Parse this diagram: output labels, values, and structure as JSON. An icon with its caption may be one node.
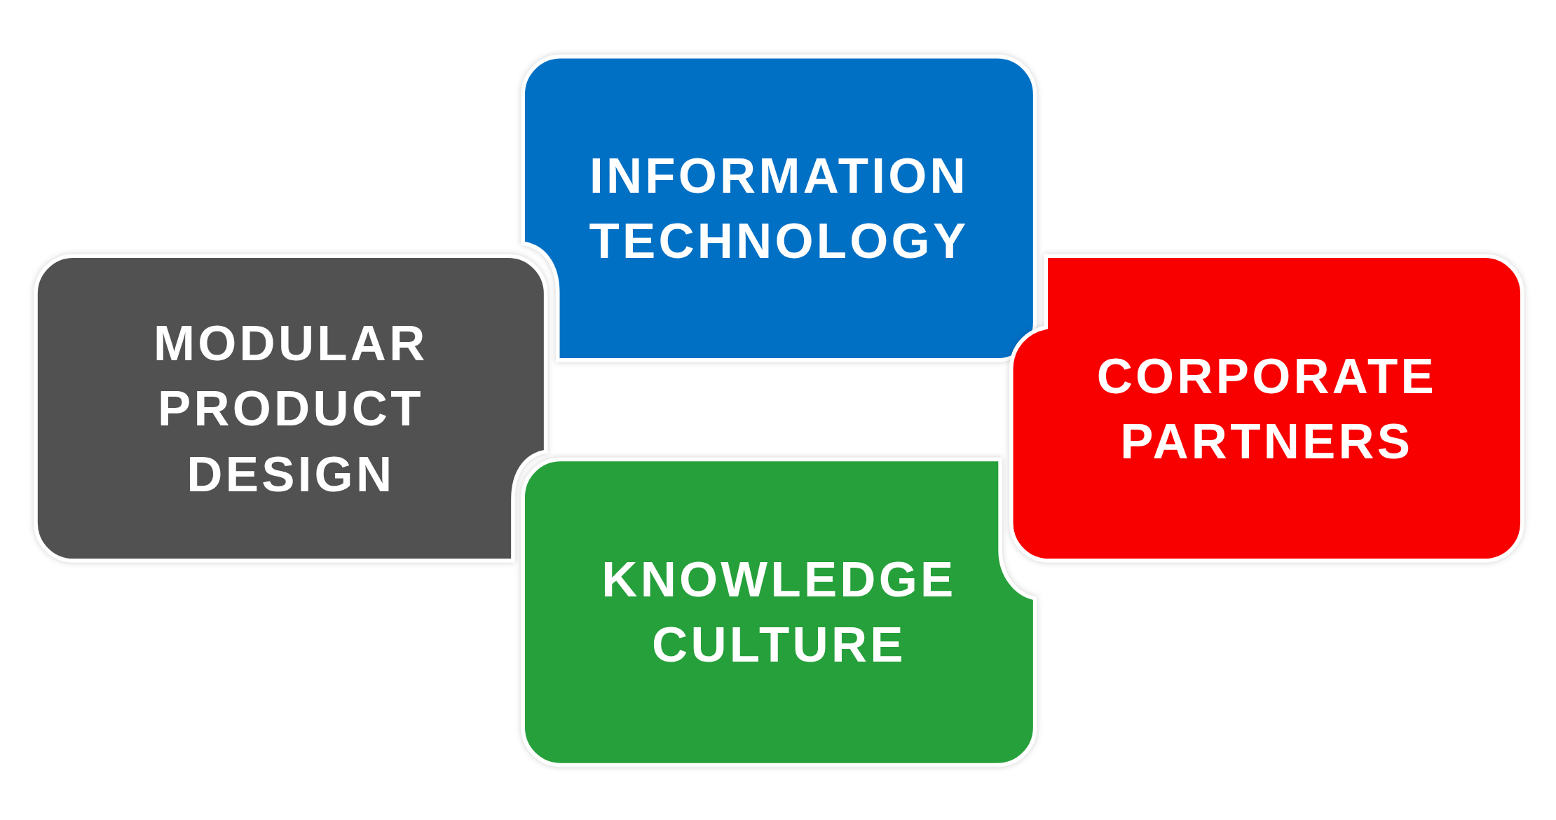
{
  "diagram": {
    "nodes": [
      {
        "text": [
          "INFORMATION TECHNOLOGY"
        ]
      },
      {
        "text": [
          "MODULAR PRODUCT DESIGN"
        ]
      },
      {
        "text": [
          "CORPORATE PARTNERS"
        ]
      },
      {
        "text": [
          "KNOWLEDGE CULTURE"
        ]
      }
    ]
  }
}
